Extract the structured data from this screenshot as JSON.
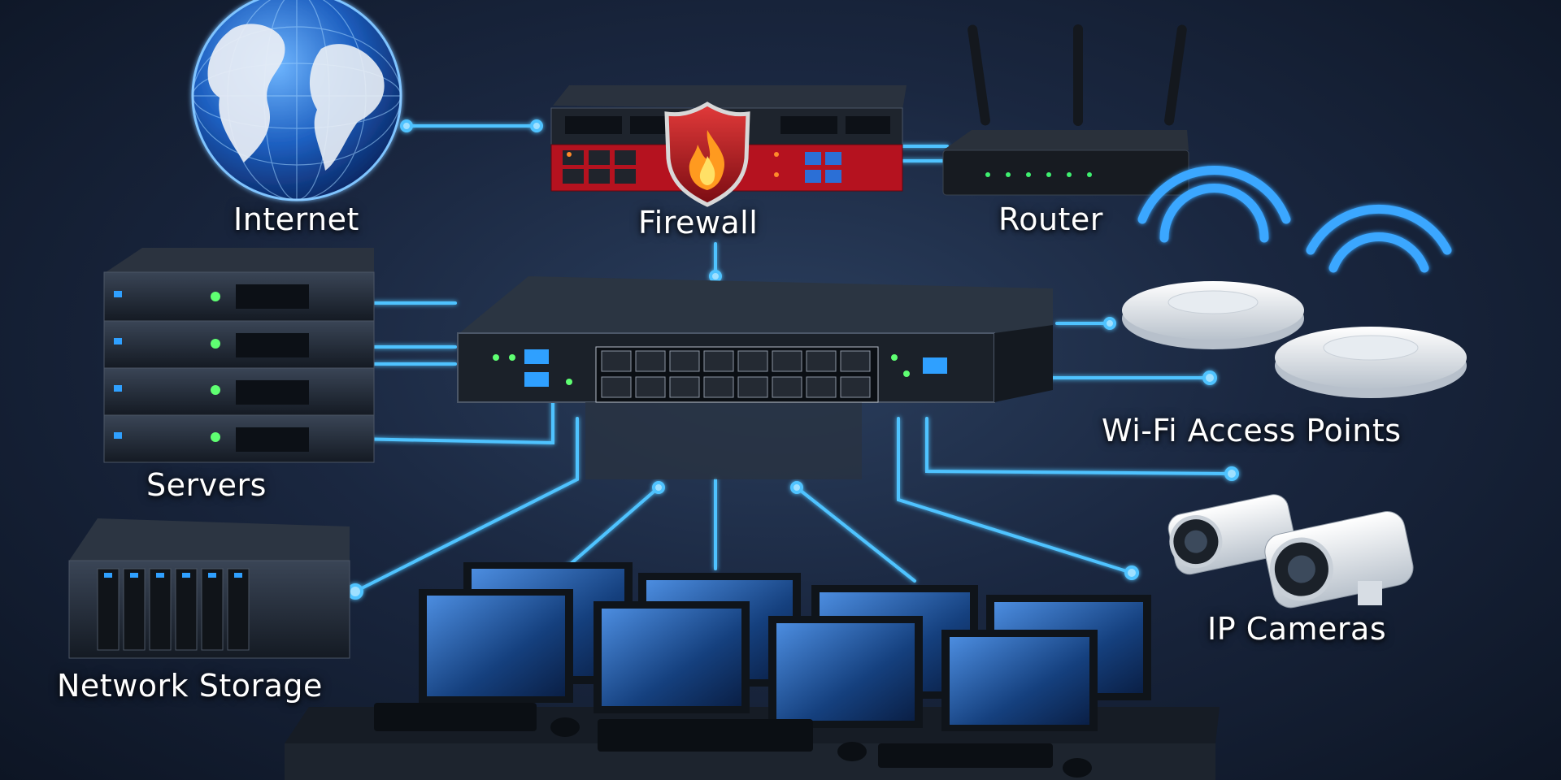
{
  "diagram": {
    "nodes": [
      {
        "id": "internet",
        "label": "Internet",
        "icon": "globe-icon"
      },
      {
        "id": "firewall",
        "label": "Firewall",
        "icon": "shield-flame-icon"
      },
      {
        "id": "router",
        "label": "Router",
        "icon": "router-icon"
      },
      {
        "id": "switch",
        "label": "",
        "icon": "network-switch-icon"
      },
      {
        "id": "servers",
        "label": "Servers",
        "icon": "server-rack-icon"
      },
      {
        "id": "wifi",
        "label": "Wi-Fi Access Points",
        "icon": "wifi-access-point-icon"
      },
      {
        "id": "storage",
        "label": "Network Storage",
        "icon": "nas-icon"
      },
      {
        "id": "cameras",
        "label": "IP Cameras",
        "icon": "security-camera-icon"
      },
      {
        "id": "workstations",
        "label": "",
        "icon": "computer-monitor-icon"
      }
    ],
    "edges": [
      {
        "from": "internet",
        "to": "firewall"
      },
      {
        "from": "firewall",
        "to": "router"
      },
      {
        "from": "firewall",
        "to": "switch"
      },
      {
        "from": "servers",
        "to": "switch"
      },
      {
        "from": "switch",
        "to": "wifi"
      },
      {
        "from": "storage",
        "to": "switch"
      },
      {
        "from": "switch",
        "to": "cameras"
      },
      {
        "from": "switch",
        "to": "workstations"
      }
    ],
    "colors": {
      "background": "#1a2740",
      "link": "#4fc3ff",
      "firewall_red": "#c0212b",
      "device_dark": "#1c232e"
    }
  }
}
